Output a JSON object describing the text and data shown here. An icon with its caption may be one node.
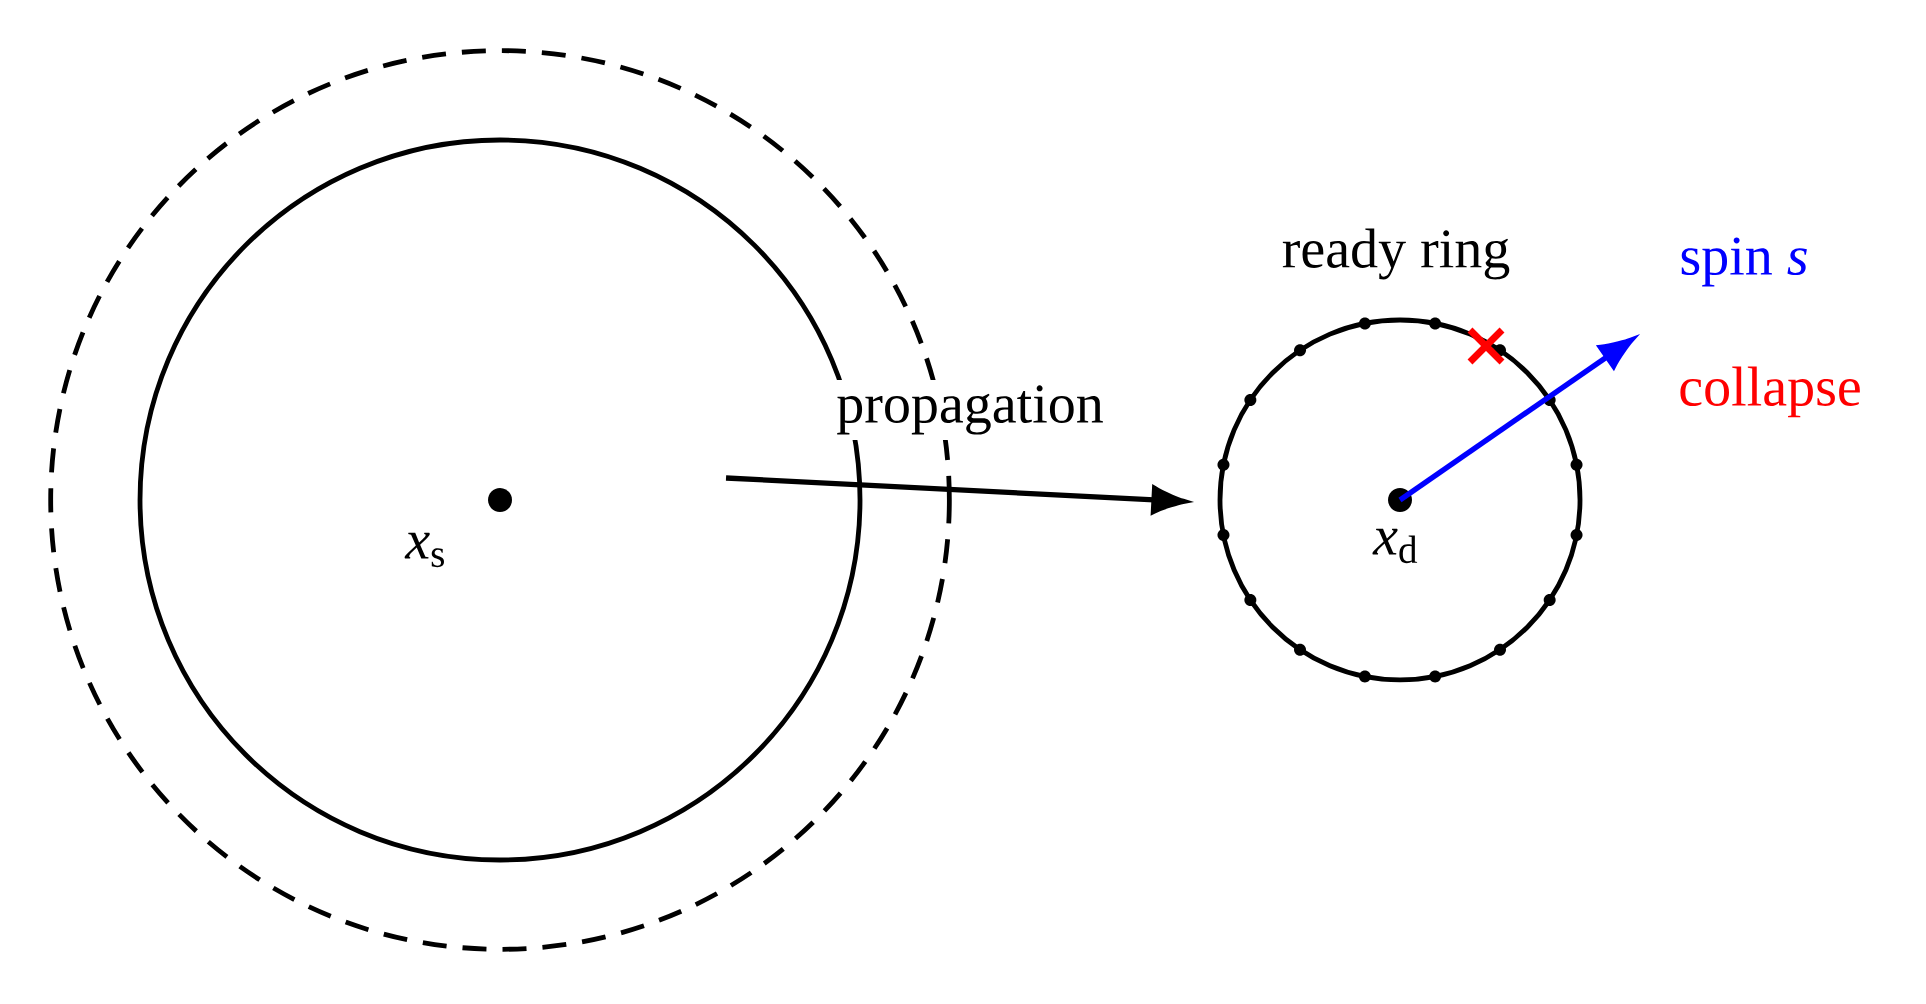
{
  "diagram": {
    "nodes": [
      {
        "text": [],
        "shape": "circle"
      },
      {
        "text": [
          "*x*$_{s}$"
        ],
        "in": 0
      },
      {
        "text": [
          "ready ring",
          "*x*$_{d}$"
        ]
      }
    ],
    "edges": [
      {
        "from": 1,
        "to": 2,
        "arrow": "to",
        "label": "propagation"
      },
      {
        "from": 2,
        "to": null,
        "arrow": "to",
        "label": "spin *s*",
        "color": "#0000ff"
      }
    ],
    "labels": [
      "collapse"
    ]
  }
}
